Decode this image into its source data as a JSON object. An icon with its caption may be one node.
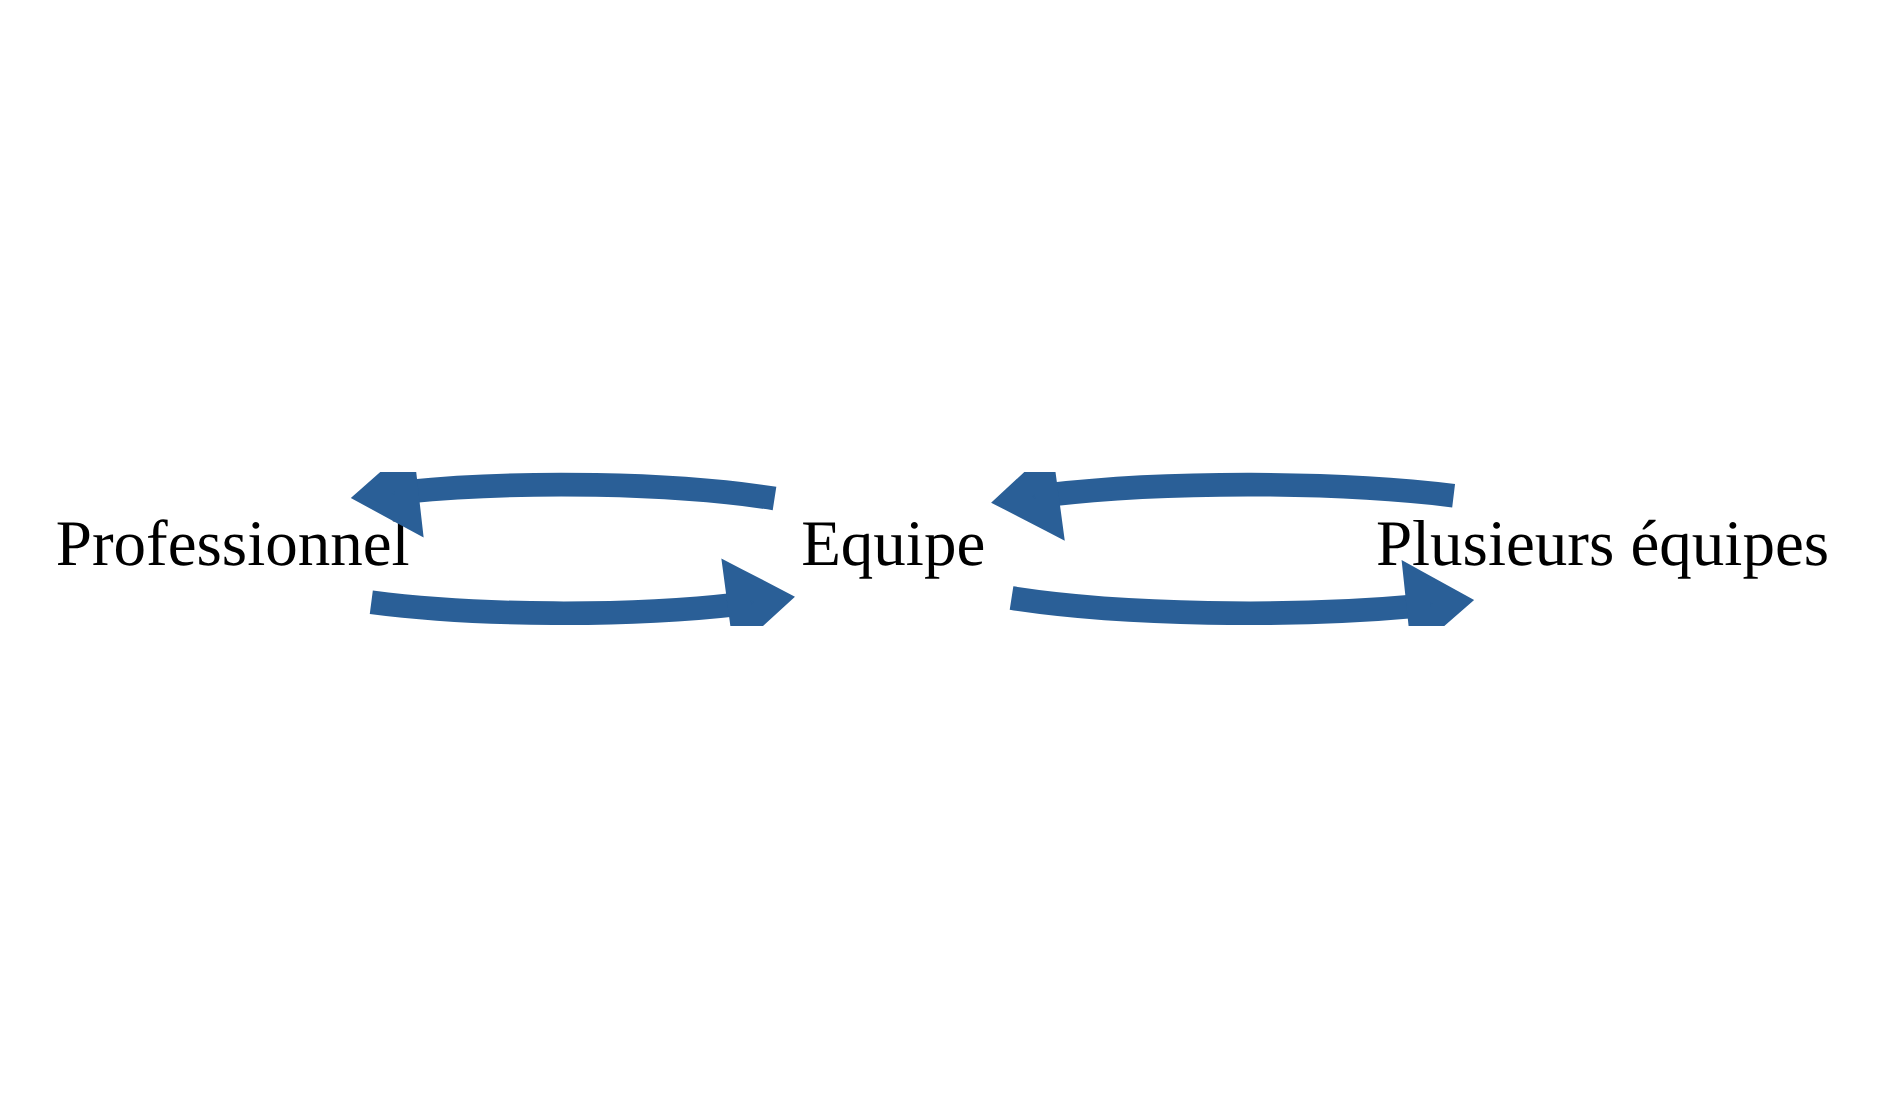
{
  "diagram": {
    "nodes": [
      {
        "text": [
          "Professionnel"
        ]
      },
      {
        "text": [
          "Equipe"
        ]
      },
      {
        "text": [
          "Plusieurs équipes"
        ]
      }
    ],
    "edges": [
      {
        "from": 0,
        "to": 1,
        "arrow": "to"
      },
      {
        "from": 1,
        "to": 2,
        "arrow": "to"
      },
      {
        "from": 2,
        "to": 1,
        "arrow": "to"
      },
      {
        "from": 1,
        "to": 0,
        "arrow": "to"
      }
    ]
  }
}
